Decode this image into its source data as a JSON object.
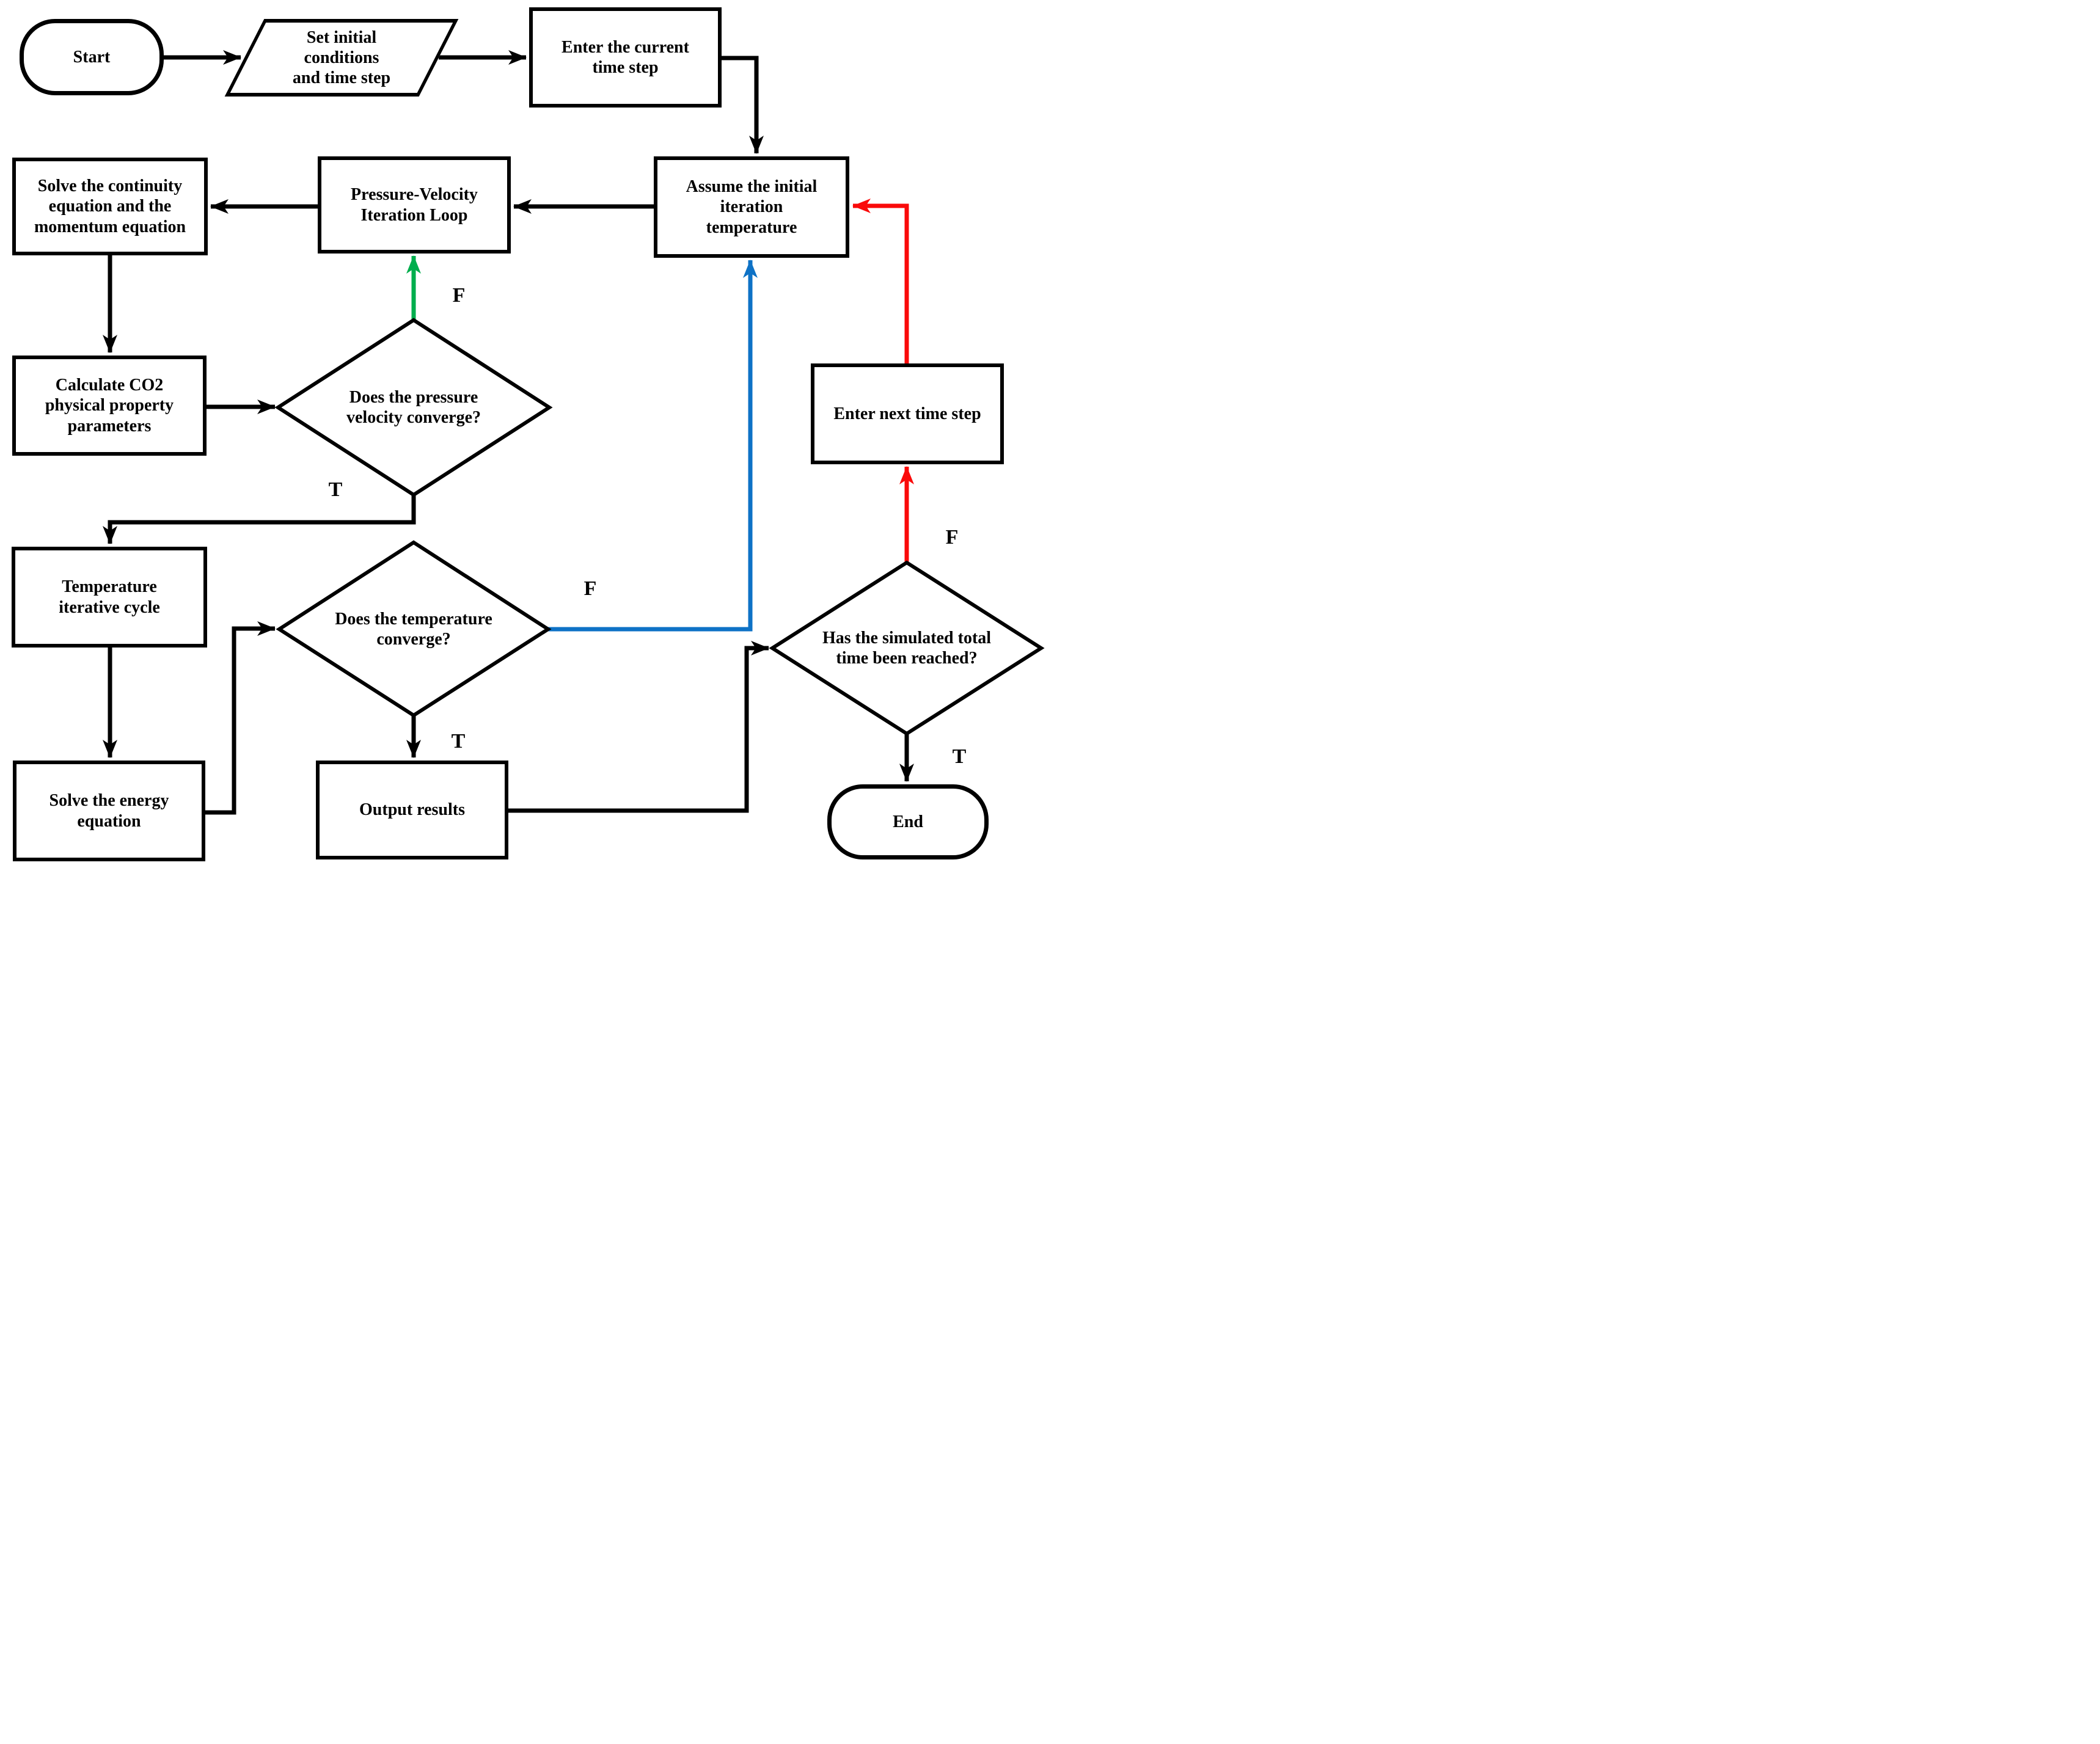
{
  "colors": {
    "black": "#000000",
    "green": "#00AE4D",
    "blue": "#0E72C6",
    "red": "#FA0A0A"
  },
  "nodes": {
    "start": {
      "label": "Start"
    },
    "set_initial": {
      "label": "Set initial\nconditions\nand time step"
    },
    "enter_current": {
      "label": "Enter the current\ntime step"
    },
    "assume_initial": {
      "label": "Assume the initial\niteration\ntemperature"
    },
    "pv_loop": {
      "label": "Pressure-Velocity\nIteration Loop"
    },
    "solve_continuity": {
      "label": "Solve the continuity\nequation and the\nmomentum equation"
    },
    "calc_co2": {
      "label": "Calculate CO2\nphysical property\nparameters"
    },
    "pv_converge": {
      "label": "Does the pressure\nvelocity converge?"
    },
    "temp_cycle": {
      "label": "Temperature\niterative cycle"
    },
    "temp_converge": {
      "label": "Does the temperature\nconverge?"
    },
    "solve_energy": {
      "label": "Solve the energy\nequation"
    },
    "output_results": {
      "label": "Output results"
    },
    "time_reached": {
      "label": "Has the simulated total\ntime been reached?"
    },
    "enter_next": {
      "label": "Enter next time step"
    },
    "end": {
      "label": "End"
    }
  },
  "branch_labels": {
    "pv_false": "F",
    "pv_true": "T",
    "temp_false": "F",
    "temp_true": "T",
    "time_false": "F",
    "time_true": "T"
  }
}
